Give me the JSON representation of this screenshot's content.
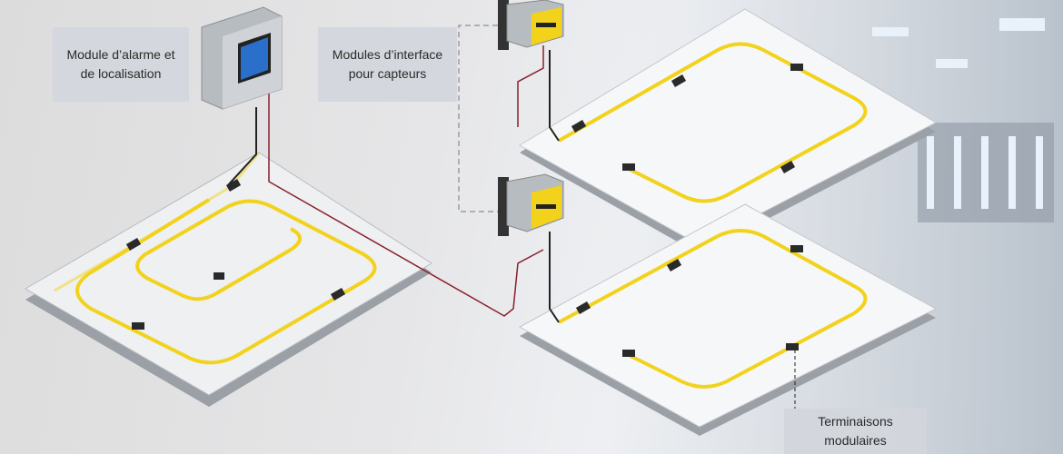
{
  "labels": {
    "alarm_module": [
      "Module d’alarme et",
      "de localisation"
    ],
    "interface_modules": [
      "Modules d’interface",
      "pour capteurs"
    ],
    "terminations": [
      "Terminaisons",
      "modulaires"
    ]
  },
  "colors": {
    "cable": "#f2d21b",
    "wire_red": "#8a1f2e",
    "screen": "#2a6fc9"
  }
}
